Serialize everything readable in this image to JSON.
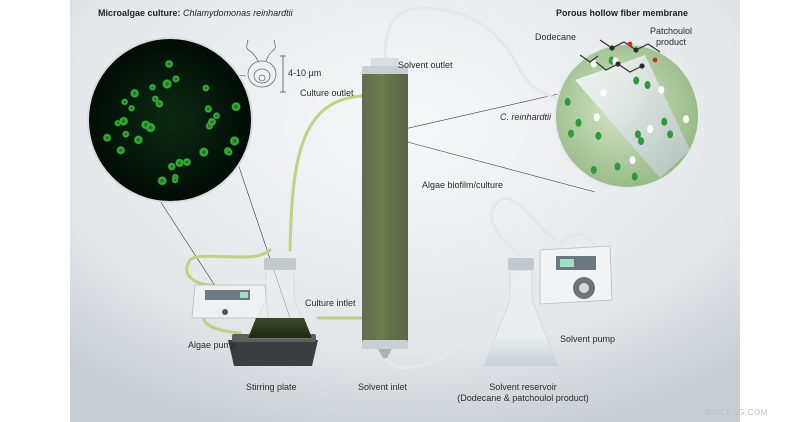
{
  "titles": {
    "culture_prefix": "Microalgae culture:",
    "culture_species": "Chlamydomonas reinhardtii",
    "membrane": "Porous hollow fiber membrane"
  },
  "labels": {
    "scale": "4-10 µm",
    "dodecane": "Dodecane",
    "patchoulol_line1": "Patchoulol",
    "patchoulol_line2": "product",
    "c_reinhardtii": "C. reinhardtii",
    "solvent_outlet": "Solvent outlet",
    "culture_outlet": "Culture outlet",
    "algae_biofilm": "Algae biofilm/culture",
    "culture_inlet": "Culture intlet",
    "algae_pump": "Algae pump",
    "stirring_plate": "Stirring plate",
    "solvent_inlet": "Solvent inlet",
    "solvent_reservoir_line1": "Solvent reservoir",
    "solvent_reservoir_line2": "(Dodecane & patchoulol product)",
    "solvent_pump": "Solvent pump"
  },
  "watermark": "BIOCEAG.COM",
  "colors": {
    "background_top": "#f4f6f8",
    "background_bottom": "#cdd2d6",
    "tube_green": "#b8cf7e",
    "column_fill": "#4b5a2b",
    "cell_glow": "#3dbb3f",
    "micrograph_bg": "#04180a",
    "membrane_bg": "#a9c99a"
  }
}
